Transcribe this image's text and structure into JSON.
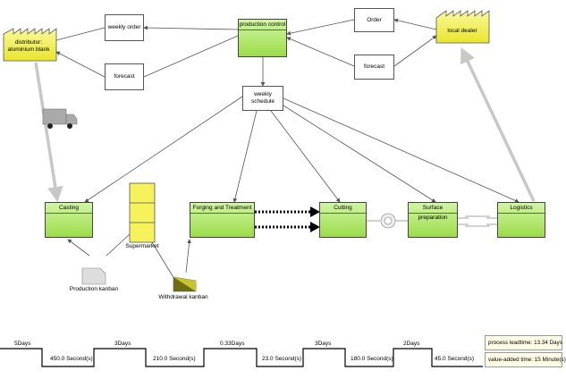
{
  "entities": {
    "supplier": "distributor: aluminium blank",
    "customer": "local dealer",
    "control": "production control"
  },
  "info_boxes": {
    "weekly_order": "weekly order",
    "forecast_left": "forecast",
    "order": "Order",
    "forecast_right": "forecast",
    "weekly_schedule": "weekly schedule"
  },
  "processes": {
    "casting": "Casting",
    "forging": "Forging and Treatment",
    "cutting": "Cutting",
    "surface": "Surface preparation",
    "logistics": "Logistics"
  },
  "labels": {
    "supermarket": "Supermarket",
    "production_kanban": "Production kanban",
    "withdrawal_kanban": "Withdrawal kanban"
  },
  "timeline": {
    "days": [
      "5Days",
      "3Days",
      "0.33Days",
      "3Days",
      "2Days"
    ],
    "seconds": [
      "450.0 Second(s)",
      "210.0 Second(s)",
      "23.0 Second(s)",
      "180.0 Second(s)",
      "45.0 Second(s)"
    ]
  },
  "summary": {
    "lead_time": "process leadtime: 13.34 Days",
    "value_added": "value-added time: 15 Minute(s)"
  },
  "colors": {
    "process_fill": "#9bdc4a",
    "entity_fill": "#f5f25c",
    "supermarket_fill": "#f5f25c",
    "push_arrow": "#000000",
    "shipment_arrow": "#c8c8c8"
  }
}
